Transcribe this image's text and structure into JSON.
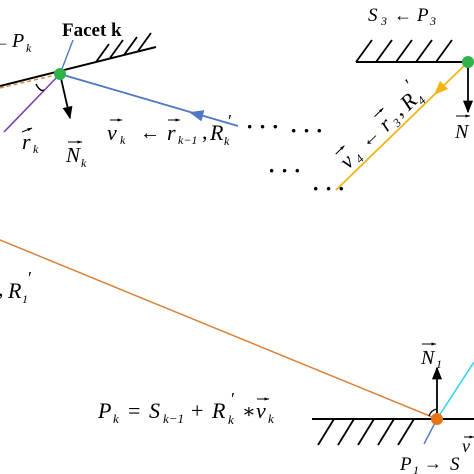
{
  "labels": {
    "facet_k": "Facet k",
    "P_k_top": "P",
    "P_k_top_sub": "k",
    "arrow_left": "←",
    "r_k": "r",
    "r_k_sub": "k",
    "N_k": "N",
    "N_k_sub": "k",
    "v_k": "v",
    "v_k_sub": "k",
    "r_km1": "r",
    "r_km1_sub": "k−1",
    "R_k_prime": "R",
    "R_k_prime_sub": "k",
    "prime": "′",
    "comma": ",",
    "dots_1": "· · ·",
    "dots_2": "· · ·",
    "dots_3": "· · ·",
    "S3": "S",
    "S3_sub": "3",
    "P3": "P",
    "P3_sub": "3",
    "v4": "v",
    "v4_sub": "4",
    "r3": "r",
    "r3_sub": "3",
    "R4": "R",
    "R4_sub": "4",
    "N_right": "N",
    "R1_left": "R",
    "R1_sub": "1",
    "N1": "N",
    "N1_sub": "1",
    "P1": "P",
    "P1_sub": "1",
    "S1_partial": "S",
    "v_vec": "v",
    "eq_Pk": "P",
    "eq_Pk_sub": "k",
    "eq_equals": "=",
    "eq_S": "S",
    "eq_S_sub": "k−1",
    "eq_plus": "+",
    "eq_R": "R",
    "eq_R_sub": "k",
    "eq_star": "∗",
    "eq_v": "v",
    "eq_v_sub": "k"
  },
  "colors": {
    "blue_ray": "#4f77c4",
    "purple_ray": "#7d3fb5",
    "orange_ray": "#d9823a",
    "yellow_ray": "#f2b417",
    "cyan_ray": "#33d4f0",
    "green_point": "#2db34a",
    "orange_point": "#e8741a"
  }
}
